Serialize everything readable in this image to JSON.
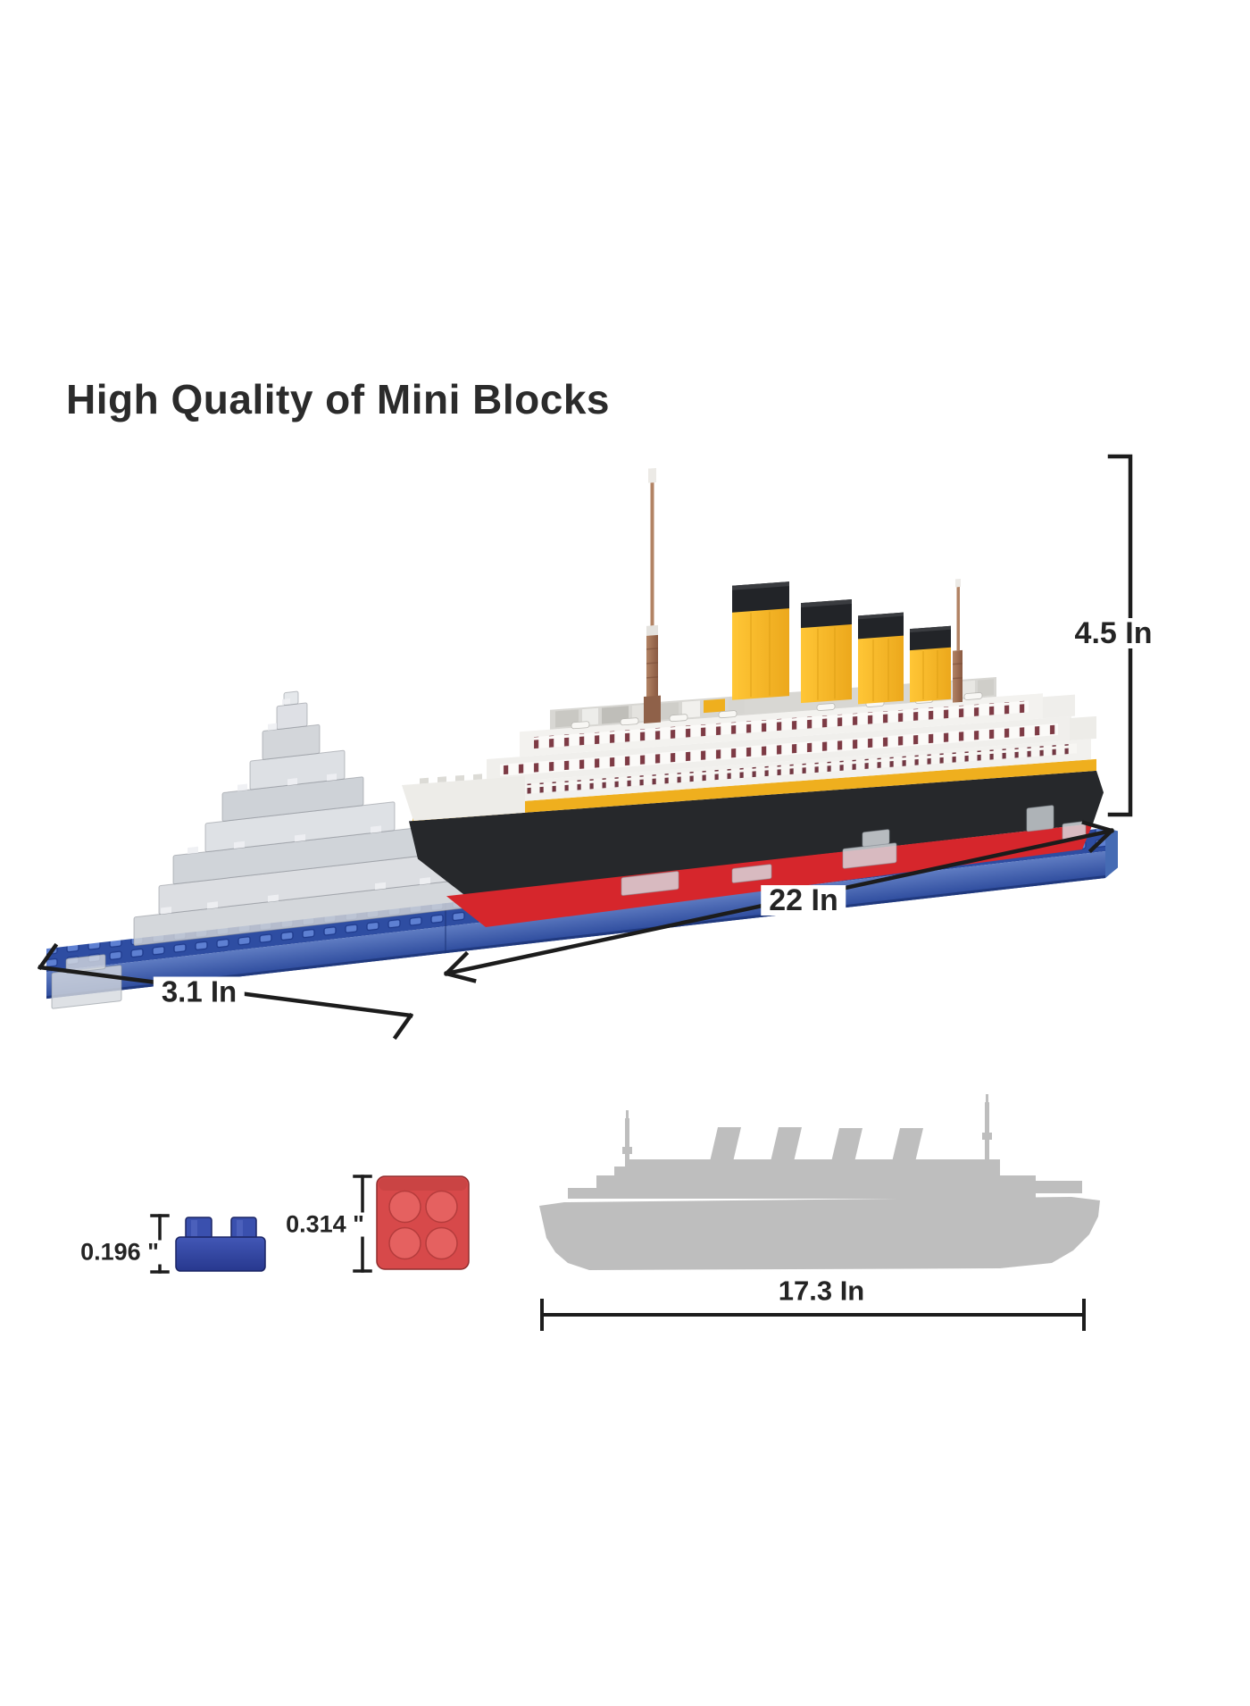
{
  "title": "High Quality of Mini Blocks",
  "dimensions": {
    "model_height": {
      "label": "4.5 In"
    },
    "model_length": {
      "label": "22 In"
    },
    "model_width": {
      "label": "3.1 In"
    },
    "ship_length": {
      "label": "17.3 In"
    },
    "brick_side_height": {
      "label": "0.196 \""
    },
    "brick_top_width": {
      "label": "0.314 \""
    }
  },
  "colors": {
    "funnel_yellow": "#F5B42A",
    "hull_black": "#26282B",
    "hull_red": "#D6262C",
    "stripe_yellow": "#EFAF1E",
    "deck_white": "#F2F1EE",
    "window_maroon": "#7D3A44",
    "baseplate_blue": "#2E4DA2",
    "baseplate_stud": "#5E80D2",
    "mast_brown": "#9A6A50",
    "iceberg_gray": "#CCD0D5",
    "silhouette_gray": "#BEBEBE",
    "dimension_line": "#1C1C1C",
    "text": "#2B2B2B",
    "sample_brick_blue": "#3247A6",
    "sample_brick_red": "#D94B4B"
  }
}
